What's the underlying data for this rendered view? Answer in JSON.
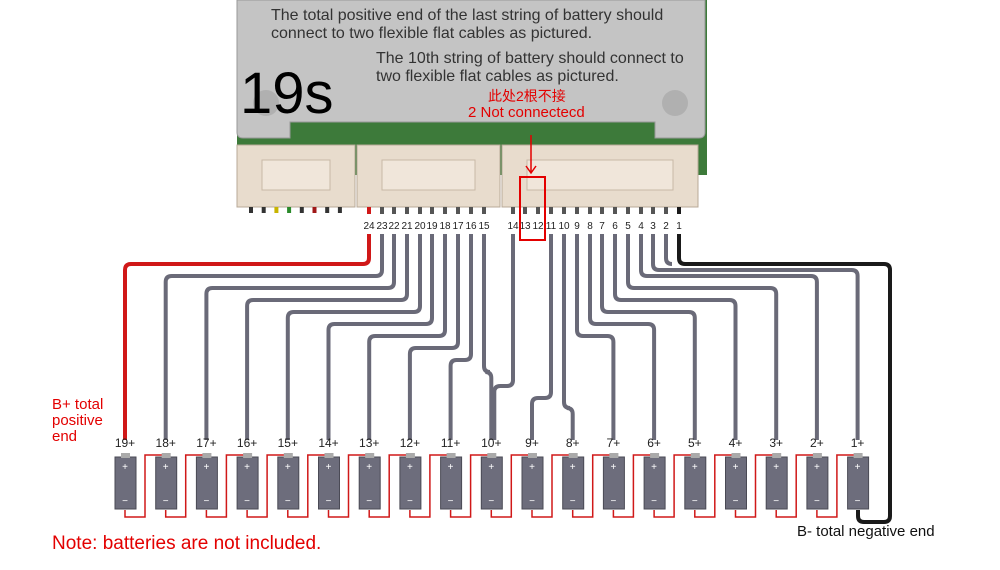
{
  "board": {
    "note1": "The total positive end of the last string of battery should connect to two flexible flat cables as pictured.",
    "note2": "The 10th string of battery should connect to two flexible flat cables as pictured.",
    "model": "19s",
    "cn_note": "此处2根不接",
    "en_note": "2 Not connectecd"
  },
  "pins": [
    "24",
    "23",
    "22",
    "21",
    "20",
    "19",
    "18",
    "17",
    "16",
    "15",
    "14",
    "13",
    "12",
    "11",
    "10",
    "9",
    "8",
    "7",
    "6",
    "5",
    "4",
    "3",
    "2",
    "1"
  ],
  "batteries": [
    "19+",
    "18+",
    "17+",
    "16+",
    "15+",
    "14+",
    "13+",
    "12+",
    "11+",
    "10+",
    "9+",
    "8+",
    "7+",
    "6+",
    "5+",
    "4+",
    "3+",
    "2+",
    "1+"
  ],
  "labels": {
    "b_plus": "B+ total positive end",
    "b_minus": "B- total negative end",
    "note": "Note: batteries are not included."
  },
  "colors": {
    "red": "#d01818",
    "wire": "#6a6a78",
    "black": "#1a1a1a",
    "board": "#c4c4c4",
    "pcb": "#3d7a3a",
    "connector": "#e8dccd"
  }
}
